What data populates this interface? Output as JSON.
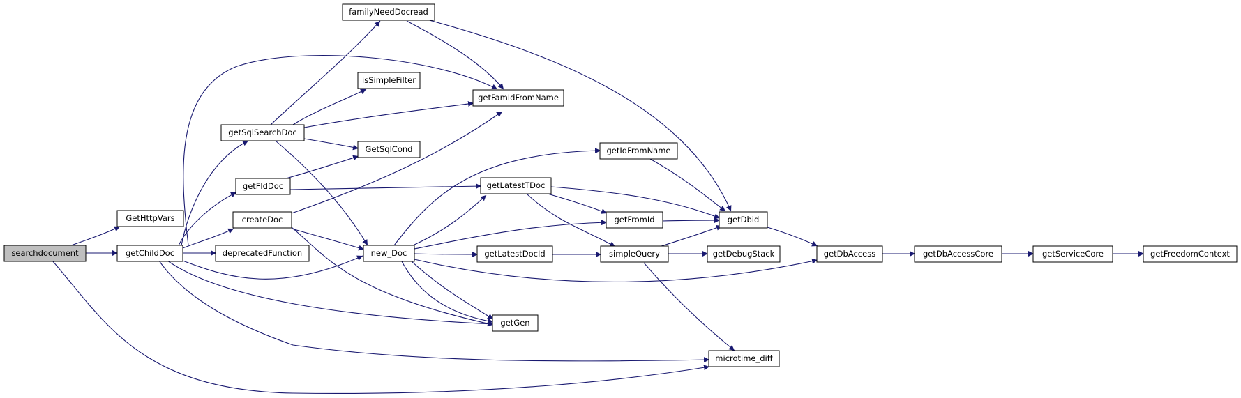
{
  "nodes": {
    "searchdocument": "searchdocument",
    "GetHttpVars": "GetHttpVars",
    "getChildDoc": "getChildDoc",
    "getSqlSearchDoc": "getSqlSearchDoc",
    "getFldDoc": "getFldDoc",
    "createDoc": "createDoc",
    "deprecatedFunction": "deprecatedFunction",
    "familyNeedDocread": "familyNeedDocread",
    "isSimpleFilter": "isSimpleFilter",
    "getFamIdFromName": "getFamIdFromName",
    "GetSqlCond": "GetSqlCond",
    "new_Doc": "new_Doc",
    "getIdFromName": "getIdFromName",
    "getLatestTDoc": "getLatestTDoc",
    "getFromId": "getFromId",
    "getLatestDocId": "getLatestDocId",
    "simpleQuery": "simpleQuery",
    "getGen": "getGen",
    "getDbid": "getDbid",
    "getDebugStack": "getDebugStack",
    "microtime_diff": "microtime_diff",
    "getDbAccess": "getDbAccess",
    "getDbAccessCore": "getDbAccessCore",
    "getServiceCore": "getServiceCore",
    "getFreedomContext": "getFreedomContext"
  },
  "colors": {
    "edge": "#191970",
    "root_fill": "#bfbfbf",
    "node_fill": "#ffffff",
    "node_border": "#000000"
  }
}
